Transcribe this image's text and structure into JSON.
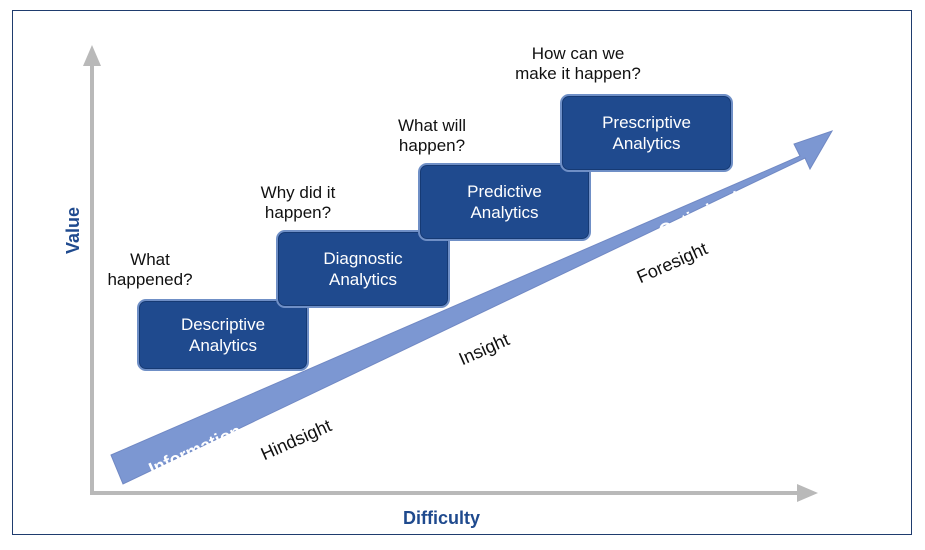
{
  "axes": {
    "x_label": "Difficulty",
    "y_label": "Value"
  },
  "stages": [
    {
      "label": "Descriptive\nAnalytics",
      "question": "What\nhappened?"
    },
    {
      "label": "Diagnostic\nAnalytics",
      "question": "Why did it\nhappen?"
    },
    {
      "label": "Predictive\nAnalytics",
      "question": "What will\nhappen?"
    },
    {
      "label": "Prescriptive\nAnalytics",
      "question": "How can we\nmake it happen?"
    }
  ],
  "arrow_labels": {
    "information": "Information",
    "optimization": "Optimization",
    "hindsight": "Hindsight",
    "insight": "Insight",
    "foresight": "Foresight"
  },
  "colors": {
    "stage_fill": "#1f4a8e",
    "arrow_fill": "#7c97d2",
    "axis": "#b9b9b9",
    "accent_text": "#1f4a8e"
  }
}
